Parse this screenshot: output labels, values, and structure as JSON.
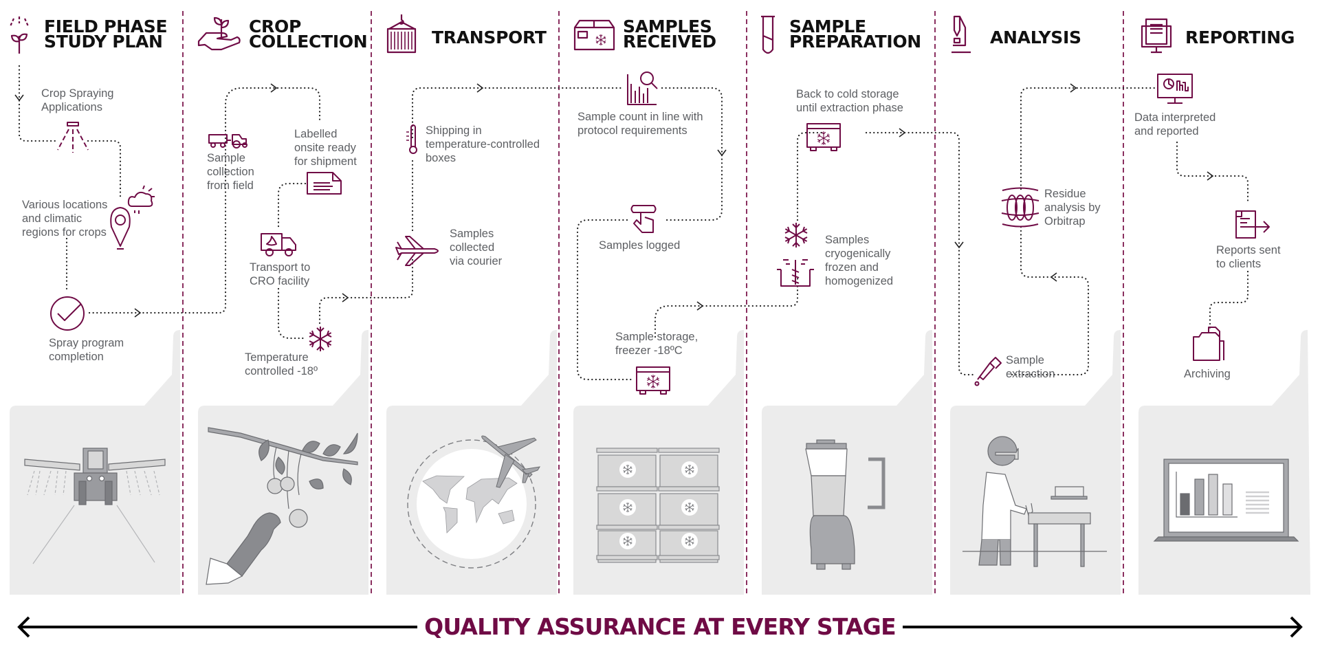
{
  "colors": {
    "accent": "#6f0b45",
    "divider": "#8a2f5f",
    "panel_bg": "#ececec",
    "label_text": "#5d5f63",
    "title_text": "#111111",
    "flow_line": "#222222",
    "illustration_gray": "#9a9b9f"
  },
  "stages": [
    {
      "title": "FIELD PHASE\nSTUDY PLAN",
      "icon": "sprout-spray-icon",
      "illustration": "tractor-sprayer-illustration",
      "steps": [
        {
          "label": "Crop Spraying\nApplications",
          "icon": "sprayer-nozzle-icon"
        },
        {
          "label": "Various locations\nand climatic\nregions for crops",
          "icon": "location-weather-icon"
        },
        {
          "label": "Spray program\ncompletion",
          "icon": "checkmark-circle-icon"
        }
      ]
    },
    {
      "title": "CROP\nCOLLECTION",
      "icon": "hand-plant-icon",
      "illustration": "hand-picking-apples-illustration",
      "steps": [
        {
          "label": "Sample\ncollection\nfrom field",
          "icon": "tractor-trailer-icon"
        },
        {
          "label": "Labelled\nonsite ready\nfor shipment",
          "icon": "label-document-icon"
        },
        {
          "label": "Transport to\nCRO facility",
          "icon": "delivery-truck-icon"
        },
        {
          "label": "Temperature\ncontrolled -18º",
          "icon": "snowflake-icon"
        }
      ]
    },
    {
      "title": "TRANSPORT",
      "icon": "shipping-container-icon",
      "illustration": "globe-airplane-illustration",
      "steps": [
        {
          "label": "Shipping in\ntemperature-controlled\nboxes",
          "icon": "thermometer-icon"
        },
        {
          "label": "Samples\ncollected\nvia courier",
          "icon": "airplane-icon"
        }
      ]
    },
    {
      "title": "SAMPLES\nRECEIVED",
      "icon": "frozen-box-icon",
      "illustration": "freezer-boxes-illustration",
      "steps": [
        {
          "label": "Sample count in line with\nprotocol requirements",
          "icon": "chart-magnifier-icon"
        },
        {
          "label": "Samples logged",
          "icon": "touch-screen-icon"
        },
        {
          "label": "Sample storage,\nfreezer -18ºC",
          "icon": "freezer-icon"
        }
      ]
    },
    {
      "title": "SAMPLE\nPREPARATION",
      "icon": "test-tube-icon",
      "illustration": "blender-illustration",
      "steps": [
        {
          "label": "Back to cold storage\nuntil extraction phase",
          "icon": "freezer-icon"
        },
        {
          "label": "Samples\ncryogenically\nfrozen and\nhomogenized",
          "icon": "snowflake-homogenizer-icon"
        }
      ]
    },
    {
      "title": "ANALYSIS",
      "icon": "microscope-icon",
      "illustration": "lab-scientist-illustration",
      "steps": [
        {
          "label": "Residue\nanalysis by\nOrbitrap",
          "icon": "orbitrap-icon"
        },
        {
          "label": "Sample\nextraction",
          "icon": "pipette-icon"
        }
      ]
    },
    {
      "title": "REPORTING",
      "icon": "computer-report-icon",
      "illustration": "laptop-chart-illustration",
      "steps": [
        {
          "label": "Data interpreted\nand reported",
          "icon": "monitor-analytics-icon"
        },
        {
          "label": "Reports sent\nto clients",
          "icon": "send-report-icon"
        },
        {
          "label": "Archiving",
          "icon": "archive-folder-icon"
        }
      ]
    }
  ],
  "footer": {
    "banner": "QUALITY ASSURANCE AT EVERY STAGE",
    "left_arrow": "arrow-left-icon",
    "right_arrow": "arrow-right-icon"
  }
}
